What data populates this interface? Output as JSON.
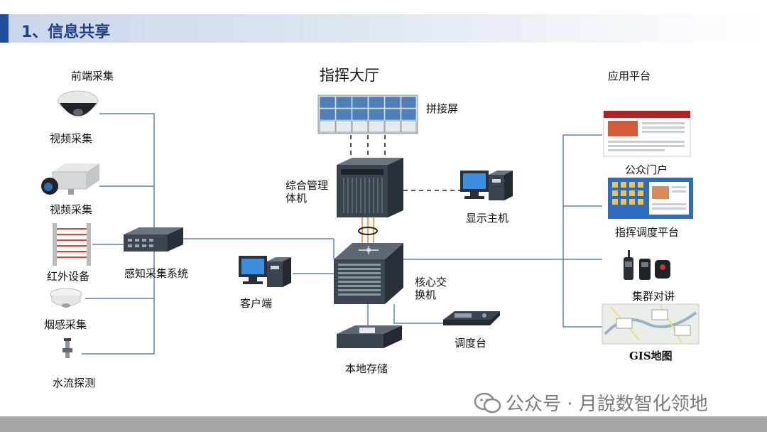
{
  "header": {
    "title": "1、信息共享"
  },
  "sections": {
    "front": "前端采集",
    "hall": "指挥大厅",
    "apps": "应用平台"
  },
  "nodes": {
    "camera_dome": "视频采集",
    "camera_box": "视频采集",
    "infrared": "红外设备",
    "smoke": "烟感采集",
    "water": "水流探测",
    "perception": "感知采集系统",
    "video_wall": "拼接屏",
    "mgmt_line1": "综合管理",
    "mgmt_line2": "体机",
    "display_host": "显示主机",
    "core_line1": "核心交",
    "core_line2": "换机",
    "client": "客户端",
    "console": "调度台",
    "storage": "本地存储",
    "portal": "公众门户",
    "command": "指挥调度平台",
    "trunking": "集群对讲",
    "gis": "GIS地图"
  },
  "watermark": "公众号 · 月說数智化领地",
  "colors": {
    "accent": "#1f4f9c",
    "link": "#5b82b8",
    "wall": "#6f8fba",
    "device": "#3a4450"
  }
}
